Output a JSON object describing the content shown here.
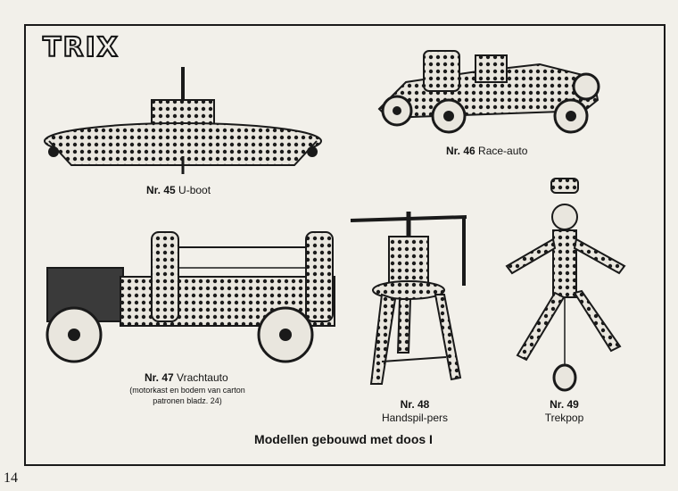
{
  "brand": "TRIX",
  "models": [
    {
      "number": "Nr. 45",
      "name": "U-boot"
    },
    {
      "number": "Nr. 46",
      "name": "Race-auto"
    },
    {
      "number": "Nr. 47",
      "name": "Vrachtauto",
      "note_line1": "(motorkast en bodem van carton",
      "note_line2": "patronen bladz. 24)"
    },
    {
      "number": "Nr. 48",
      "name": "Handspil-pers"
    },
    {
      "number": "Nr. 49",
      "name": "Trekpop"
    }
  ],
  "footer_title": "Modellen gebouwd met doos I",
  "page_number": "14"
}
